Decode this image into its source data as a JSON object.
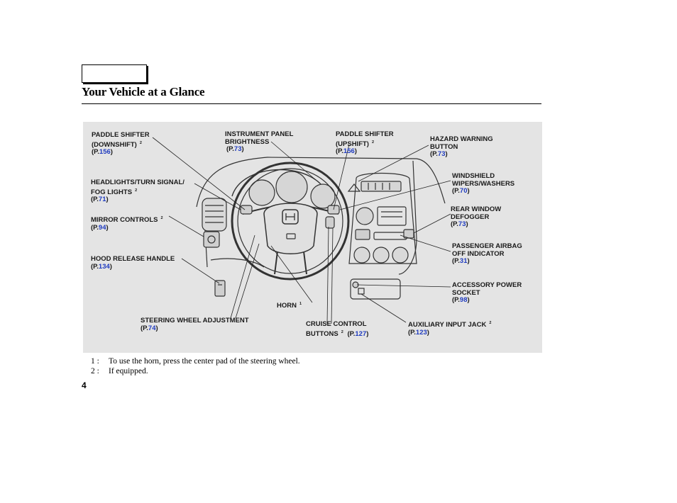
{
  "header": {
    "title": "Your Vehicle at a Glance"
  },
  "labels": [
    {
      "id": "paddle-down",
      "lines": [
        "PADDLE SHIFTER",
        "(DOWNSHIFT)"
      ],
      "note": "2",
      "ref_prefix": "(P.",
      "page": "156",
      "ref_suffix": ")"
    },
    {
      "id": "instrument",
      "lines": [
        "INSTRUMENT PANEL",
        "BRIGHTNESS"
      ],
      "note": "",
      "ref_prefix": "(P.",
      "page": "73",
      "ref_suffix": ")"
    },
    {
      "id": "paddle-up",
      "lines": [
        "PADDLE SHIFTER",
        "(UPSHIFT)"
      ],
      "note": "2",
      "ref_prefix": "(P.",
      "page": "156",
      "ref_suffix": ")"
    },
    {
      "id": "hazard",
      "lines": [
        "HAZARD WARNING",
        "BUTTON"
      ],
      "note": "",
      "ref_prefix": "(P.",
      "page": "73",
      "ref_suffix": ")"
    },
    {
      "id": "headlights",
      "lines": [
        "HEADLIGHTS/TURN SIGNAL/",
        "FOG LIGHTS"
      ],
      "note": "2",
      "ref_prefix": "(P.",
      "page": "71",
      "ref_suffix": ")"
    },
    {
      "id": "wipers",
      "lines": [
        "WINDSHIELD",
        "WIPERS/WASHERS"
      ],
      "note": "",
      "ref_prefix": "(P.",
      "page": "70",
      "ref_suffix": ")"
    },
    {
      "id": "mirror",
      "lines": [
        "MIRROR CONTROLS"
      ],
      "note": "2",
      "ref_prefix": "(P.",
      "page": "94",
      "ref_suffix": ")"
    },
    {
      "id": "defogger",
      "lines": [
        "REAR WINDOW",
        "DEFOGGER"
      ],
      "note": "",
      "ref_prefix": "(P.",
      "page": "73",
      "ref_suffix": ")"
    },
    {
      "id": "airbag",
      "lines": [
        "PASSENGER AIRBAG",
        "OFF INDICATOR"
      ],
      "note": "",
      "ref_prefix": "(P.",
      "page": "31",
      "ref_suffix": ")"
    },
    {
      "id": "hood",
      "lines": [
        "HOOD RELEASE HANDLE"
      ],
      "note": "",
      "ref_prefix": "(P.",
      "page": "134",
      "ref_suffix": ")"
    },
    {
      "id": "accessory",
      "lines": [
        "ACCESSORY POWER",
        "SOCKET"
      ],
      "note": "",
      "ref_prefix": "(P.",
      "page": "98",
      "ref_suffix": ")"
    },
    {
      "id": "horn",
      "lines": [
        "HORN"
      ],
      "note": "1",
      "ref_prefix": "",
      "page": "",
      "ref_suffix": ""
    },
    {
      "id": "steering",
      "lines": [
        "STEERING WHEEL ADJUSTMENT"
      ],
      "note": "",
      "ref_prefix": "(P.",
      "page": "74",
      "ref_suffix": ")"
    },
    {
      "id": "cruise",
      "lines": [
        "CRUISE CONTROL",
        "BUTTONS"
      ],
      "note": "2",
      "ref_prefix": "(P.",
      "page": "127",
      "ref_suffix": ")"
    },
    {
      "id": "aux",
      "lines": [
        "AUXILIARY INPUT JACK"
      ],
      "note": "2",
      "ref_prefix": "(P.",
      "page": "123",
      "ref_suffix": ")"
    }
  ],
  "footnotes": [
    {
      "marker": "1 :",
      "text": "To use the horn, press the center pad of the steering wheel."
    },
    {
      "marker": "2 :",
      "text": "If equipped."
    }
  ],
  "page_number": "4"
}
